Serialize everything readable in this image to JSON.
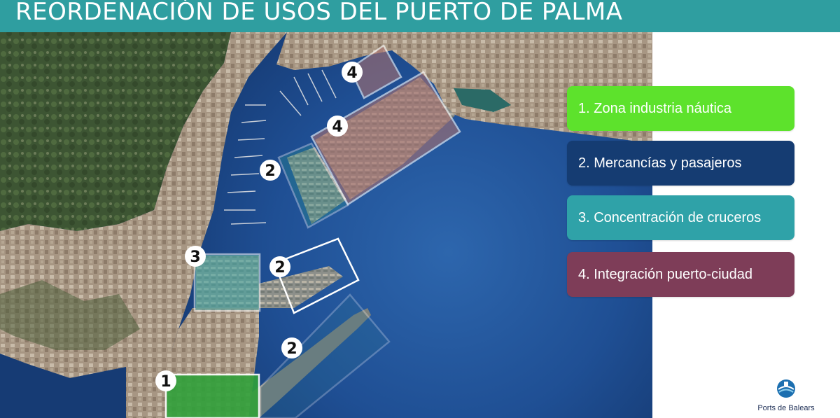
{
  "title": "REORDENACIÓN DE USOS DEL PUERTO DE PALMA",
  "legend": [
    {
      "text": "1. Zona industria náutica",
      "color": "#5de22c"
    },
    {
      "text": "2. Mercancías y pasajeros",
      "color": "#153c72"
    },
    {
      "text": "3. Concentración de cruceros",
      "color": "#2fa2a8"
    },
    {
      "text": "4. Integración puerto-ciudad",
      "color": "#7e3d58"
    }
  ],
  "zones": [
    {
      "number": "1",
      "use": "Zona industria náutica"
    },
    {
      "number": "2",
      "use": "Mercancías y pasajeros"
    },
    {
      "number": "2",
      "use": "Mercancías y pasajeros"
    },
    {
      "number": "2",
      "use": "Mercancías y pasajeros"
    },
    {
      "number": "3",
      "use": "Concentración de cruceros"
    },
    {
      "number": "4",
      "use": "Integración puerto-ciudad"
    },
    {
      "number": "4",
      "use": "Integración puerto-ciudad"
    }
  ],
  "logo": {
    "text": "Ports de Balears",
    "icon": "ports-de-balears-logo-icon"
  },
  "colors": {
    "header": "#2f9ea0",
    "sea": "#1f4f94",
    "land": "#a3927e",
    "vegetation": "#3f5a34"
  }
}
